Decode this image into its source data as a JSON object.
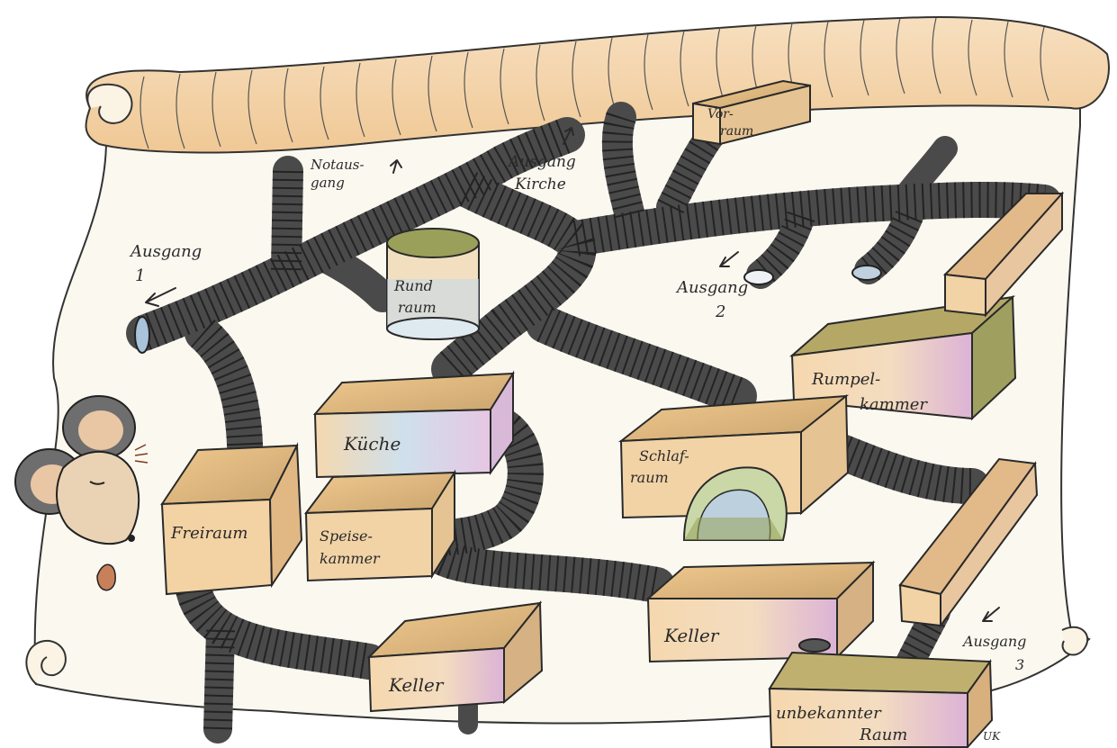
{
  "labels": {
    "notausgang": "Notaus-\ngang",
    "ausgang_kirche": "Ausgang\nKirche",
    "vorraum": "Vor-\nraum",
    "ausgang_1": "Ausgang\n1",
    "rundraum": "Rund\nraum",
    "ausgang_2": "Ausgang\n2",
    "rumpelkammer": "Rumpel-\nkammer",
    "kueche": "Küche",
    "schlafraum": "Schlaf-\nraum",
    "freiraum": "Freiraum",
    "speisekammer": "Speise-\nkammer",
    "keller_mitte": "Keller",
    "ausgang_3": "Ausgang\n3",
    "keller_unten": "Keller",
    "unbekannter_raum": "unbekannter\nRaum",
    "signature": "UK"
  },
  "colors": {
    "scroll_paper": "#fbf8f0",
    "scroll_roll": "#f3d2a6",
    "tube": "#4a4a4a",
    "box_top": "#e9c08c",
    "box_front": "#f1d3a6",
    "box_side": "#d7b487",
    "accent_pink": "#d9a6d6",
    "accent_blue": "#b9d2e4",
    "accent_green": "#8a9a4c"
  }
}
